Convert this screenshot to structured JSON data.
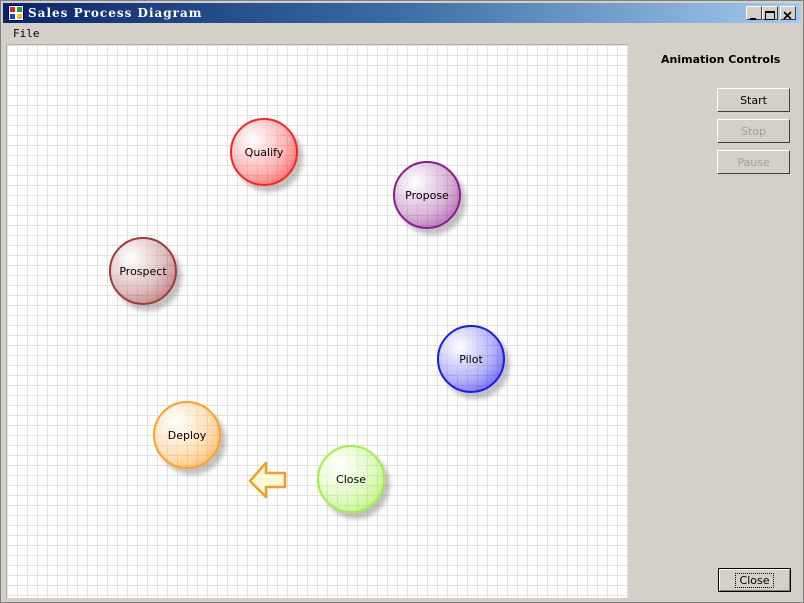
{
  "window": {
    "title": "Sales Process Diagram"
  },
  "menu": {
    "file": "File"
  },
  "diagram": {
    "nodes": [
      {
        "id": "qualify",
        "label": "Qualify",
        "color": "#ff2020"
      },
      {
        "id": "propose",
        "label": "Propose",
        "color": "#8b1a8b"
      },
      {
        "id": "prospect",
        "label": "Prospect",
        "color": "#a03a3a"
      },
      {
        "id": "pilot",
        "label": "Pilot",
        "color": "#1a1aee"
      },
      {
        "id": "deploy",
        "label": "Deploy",
        "color": "#ffa020"
      },
      {
        "id": "close",
        "label": "Close",
        "color": "#a0f040"
      }
    ],
    "arrow_color": "#f0a020"
  },
  "panel": {
    "title": "Animation Controls",
    "start": "Start",
    "stop": "Stop",
    "pause": "Pause",
    "close": "Close"
  }
}
